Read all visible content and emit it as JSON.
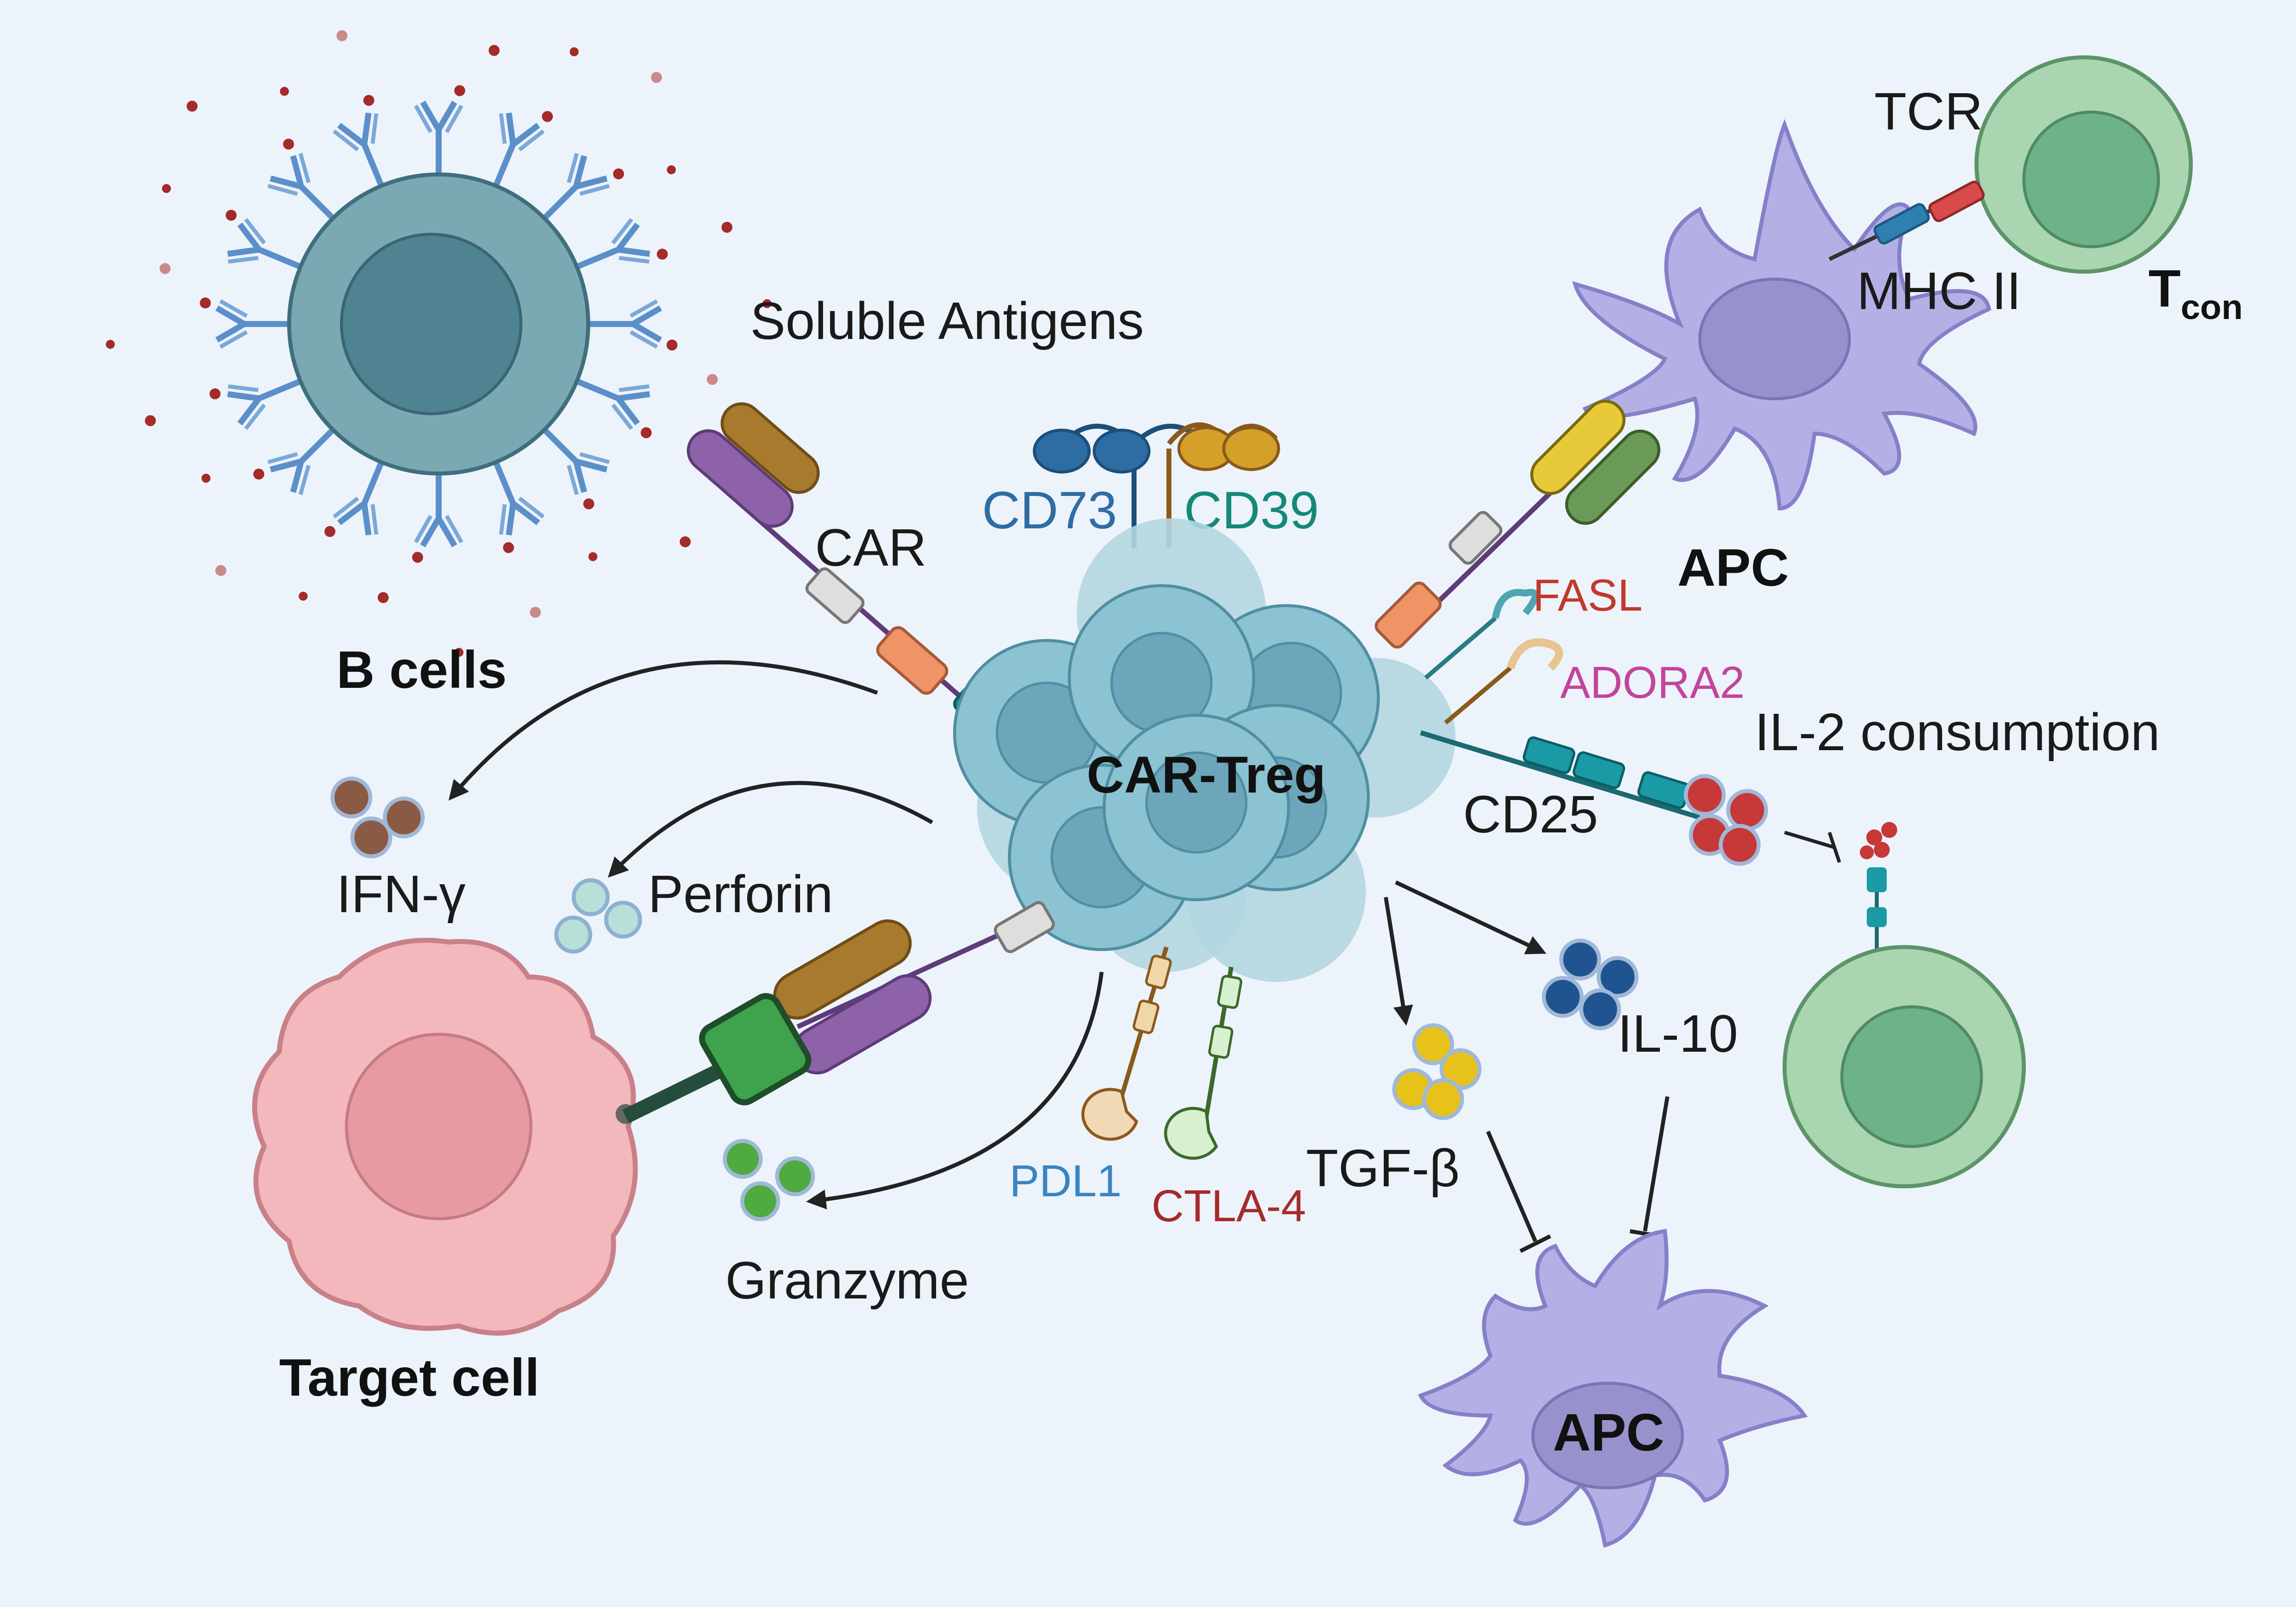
{
  "labels": {
    "soluble_antigens": "Soluble Antigens",
    "b_cells": "B cells",
    "car": "CAR",
    "cd73": "CD73",
    "cd39": "CD39",
    "car_treg": "CAR-Treg",
    "tcr": "TCR",
    "mhc_ii": "MHC II",
    "tcon_main": "T",
    "tcon_sub": "con",
    "apc_top": "APC",
    "fasl": "FASL",
    "adora2": "ADORA2",
    "il2_consumption": "IL-2 consumption",
    "cd25": "CD25",
    "ifn_gamma": "IFN-γ",
    "perforin": "Perforin",
    "il10": "IL-10",
    "tgf_beta": "TGF-β",
    "pdl1": "PDL1",
    "ctla4": "CTLA-4",
    "granzyme": "Granzyme",
    "target_cell": "Target cell",
    "apc_bottom": "APC"
  },
  "colors": {
    "background": "#edf3fb",
    "bcell": "#7aa8b3",
    "treg": "#8cc3d3",
    "apc": "#b4b0e6",
    "tcon": "#a9d5b0",
    "target": "#f2b8bc",
    "cd73": "#2e6da4",
    "cd39": "#138a78",
    "fasl": "#c0392b",
    "adora2": "#c2449b",
    "pdl1": "#3a84c0",
    "ctla4": "#a52a2a"
  }
}
